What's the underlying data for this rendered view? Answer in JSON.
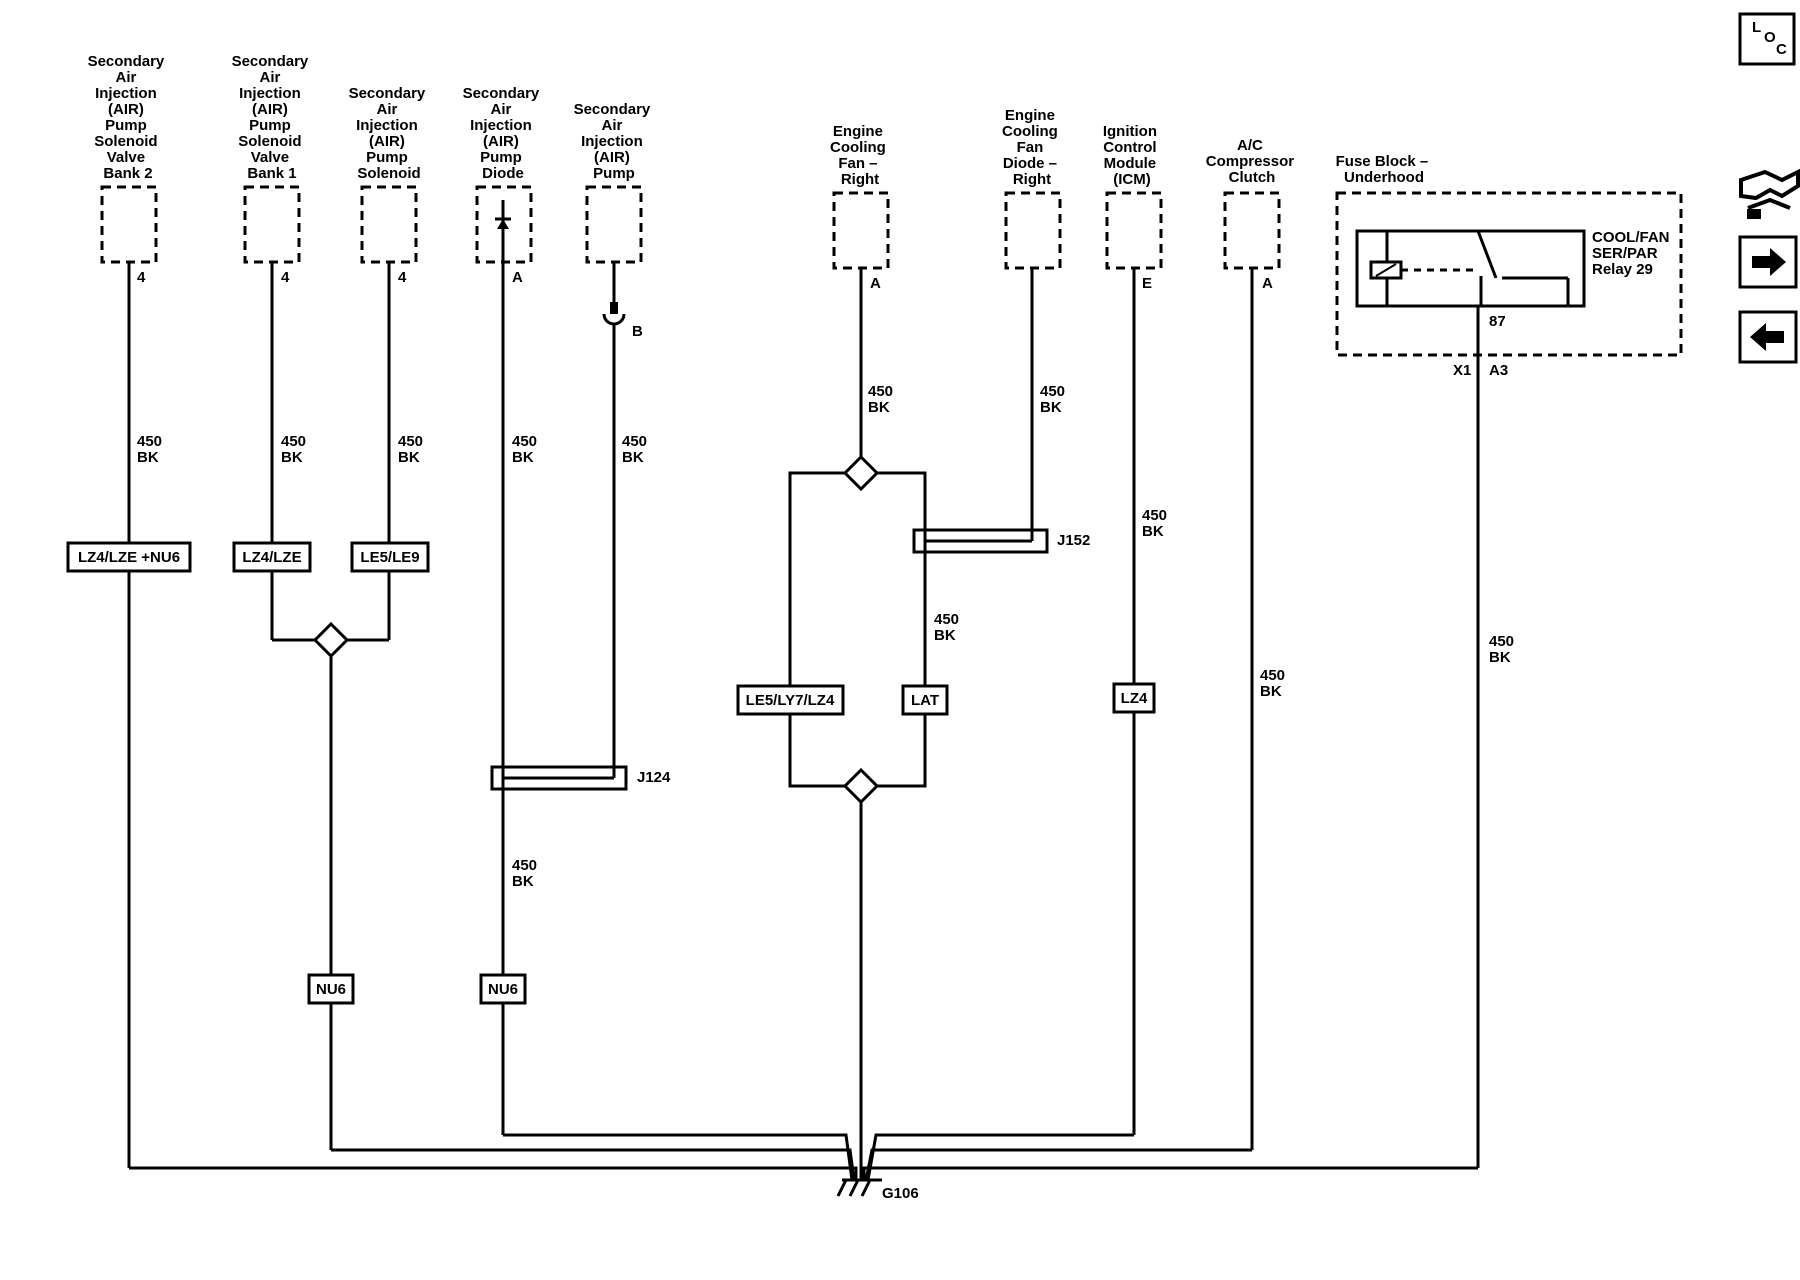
{
  "components": [
    {
      "id": "c1",
      "lines": [
        "Secondary",
        "Air",
        "Injection",
        "(AIR)",
        "Pump",
        "Solenoid",
        "Valve",
        "Bank 2"
      ],
      "pin": "4",
      "wire": {
        "gauge": "450",
        "color": "BK"
      }
    },
    {
      "id": "c2",
      "lines": [
        "Secondary",
        "Air",
        "Injection",
        "(AIR)",
        "Pump",
        "Solenoid",
        "Valve",
        "Bank 1"
      ],
      "pin": "4",
      "wire": {
        "gauge": "450",
        "color": "BK"
      }
    },
    {
      "id": "c3",
      "lines": [
        "Secondary",
        "Air",
        "Injection",
        "(AIR)",
        "Pump",
        "Solenoid"
      ],
      "pin": "4",
      "wire": {
        "gauge": "450",
        "color": "BK"
      }
    },
    {
      "id": "c4",
      "lines": [
        "Secondary",
        "Air",
        "Injection",
        "(AIR)",
        "Pump",
        "Diode"
      ],
      "pin": "A",
      "wire": {
        "gauge": "450",
        "color": "BK"
      }
    },
    {
      "id": "c5",
      "lines": [
        "Secondary",
        "Air",
        "Injection",
        "(AIR)",
        "Pump"
      ],
      "pin": "B",
      "wire": {
        "gauge": "450",
        "color": "BK"
      }
    },
    {
      "id": "c6",
      "lines": [
        "Engine",
        "Cooling",
        "Fan –",
        "Right"
      ],
      "pin": "A",
      "wire": {
        "gauge": "450",
        "color": "BK"
      }
    },
    {
      "id": "c7",
      "lines": [
        "Engine",
        "Cooling",
        "Fan",
        "Diode –",
        "Right"
      ],
      "pin": "",
      "wire": {
        "gauge": "450",
        "color": "BK"
      }
    },
    {
      "id": "c8",
      "lines": [
        "Ignition",
        "Control",
        "Module",
        "(ICM)"
      ],
      "pin": "E",
      "wire": {
        "gauge": "450",
        "color": "BK"
      }
    },
    {
      "id": "c9",
      "lines": [
        "A/C",
        "Compressor",
        "Clutch"
      ],
      "pin": "A",
      "wire": {
        "gauge": "450",
        "color": "BK"
      }
    }
  ],
  "fuse_block": {
    "lines": [
      "Fuse Block –",
      "Underhood"
    ],
    "relay_lines": [
      "COOL/FAN",
      "SER/PAR",
      "Relay 29"
    ],
    "relay_pin": "87",
    "connector": "X1",
    "cavity": "A3",
    "wire": {
      "gauge": "450",
      "color": "BK"
    }
  },
  "option_tags": {
    "lz4_lze_nu6": "LZ4/LZE +NU6",
    "lz4_lze": "LZ4/LZE",
    "le5_le9": "LE5/LE9",
    "le5_ly7_lz4": "LE5/LY7/LZ4",
    "lat": "LAT",
    "lz4": "LZ4",
    "nu6_left": "NU6",
    "nu6_right": "NU6"
  },
  "splices": {
    "j124": "J124",
    "j152": "J152"
  },
  "extra_wire_labels": {
    "j124_below": {
      "gauge": "450",
      "color": "BK"
    },
    "fan_branch": {
      "gauge": "450",
      "color": "BK"
    }
  },
  "ground": "G106",
  "nav": {
    "loc_l": "L",
    "loc_o": "O",
    "loc_c": "C"
  }
}
